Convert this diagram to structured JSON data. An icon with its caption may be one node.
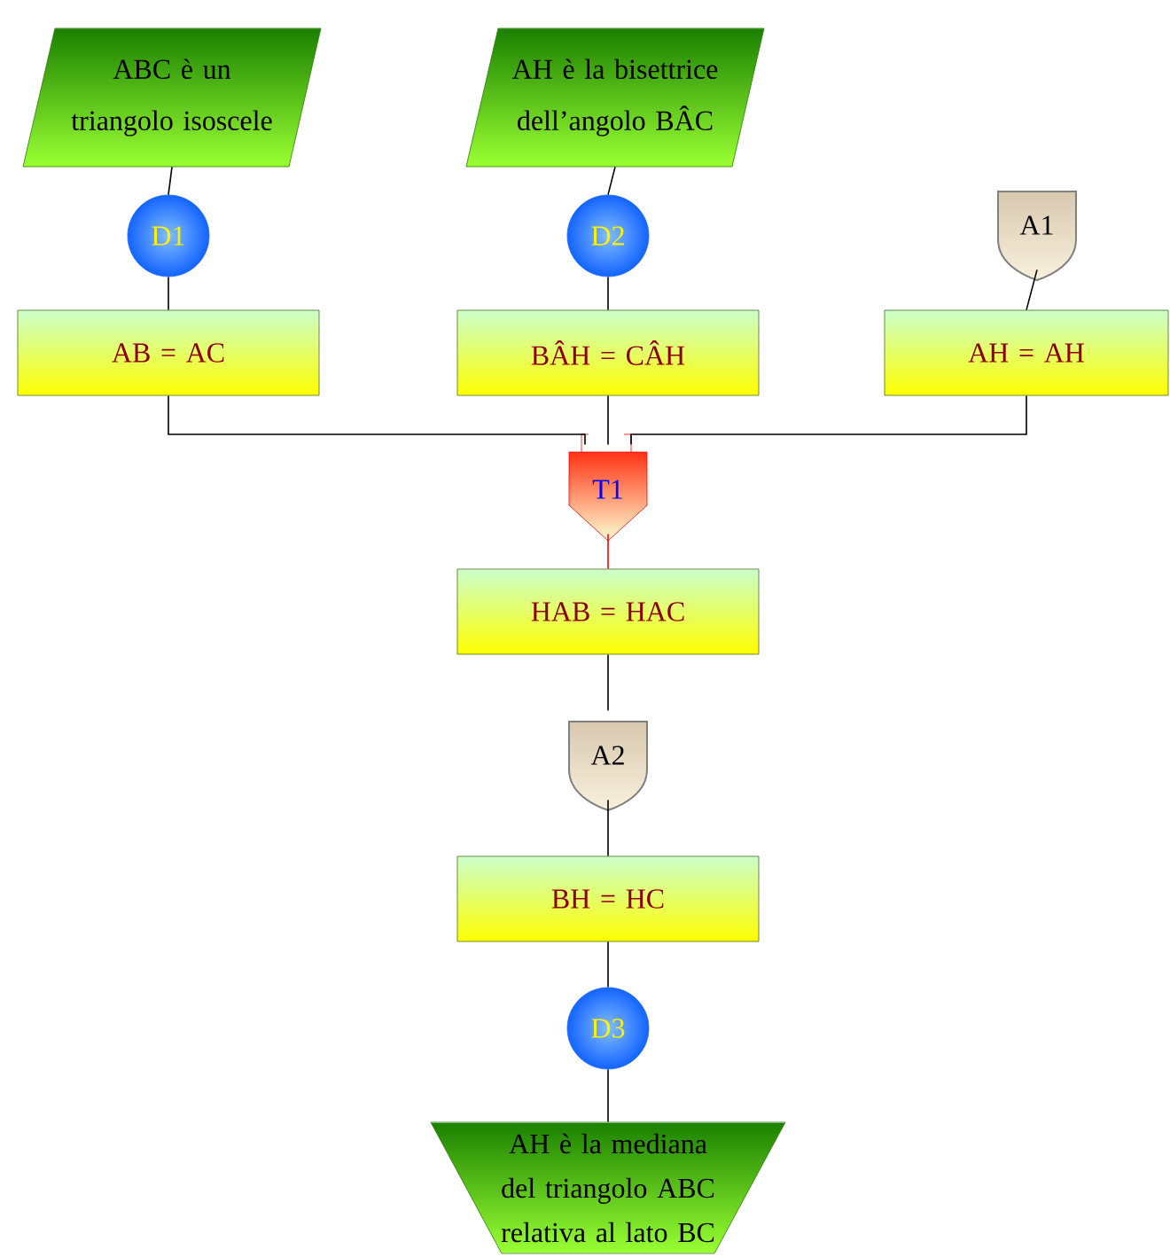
{
  "diagram": {
    "nodes": [
      {
        "text": [
          "ABC è un triangolo isoscele"
        ]
      },
      {
        "text": [
          "AH è la bisettrice dell’angolo BÂC"
        ]
      },
      {
        "text": [
          "D1"
        ]
      },
      {
        "text": [
          "D2"
        ]
      },
      {
        "text": [
          "A1"
        ]
      },
      {
        "text": [
          "AB = AC"
        ]
      },
      {
        "text": [
          "BÂH = CÂH"
        ]
      },
      {
        "text": [
          "AH = AH"
        ]
      },
      {
        "text": [
          "T1"
        ]
      },
      {
        "text": [
          "HAB = HAC"
        ]
      },
      {
        "text": [
          "A2"
        ]
      },
      {
        "text": [
          "BH = HC"
        ]
      },
      {
        "text": [
          "D3"
        ]
      },
      {
        "text": [
          "AH è la mediana del triangolo ABC relativa al lato BC"
        ]
      }
    ],
    "edges": [
      {
        "from": 0,
        "to": 2,
        "arrow": "none"
      },
      {
        "from": 2,
        "to": 5,
        "arrow": "none"
      },
      {
        "from": 1,
        "to": 3,
        "arrow": "none"
      },
      {
        "from": 3,
        "to": 6,
        "arrow": "none"
      },
      {
        "from": 4,
        "to": 7,
        "arrow": "none"
      },
      {
        "from": 5,
        "to": 8,
        "arrow": "none"
      },
      {
        "from": 6,
        "to": 8,
        "arrow": "none"
      },
      {
        "from": 7,
        "to": 8,
        "arrow": "none"
      },
      {
        "from": 8,
        "to": 9,
        "arrow": "none",
        "color": "#ff0000"
      },
      {
        "from": 9,
        "to": 10,
        "arrow": "none"
      },
      {
        "from": 10,
        "to": 11,
        "arrow": "none"
      },
      {
        "from": 11,
        "to": 12,
        "arrow": "none"
      },
      {
        "from": 12,
        "to": 13,
        "arrow": "none"
      }
    ]
  }
}
